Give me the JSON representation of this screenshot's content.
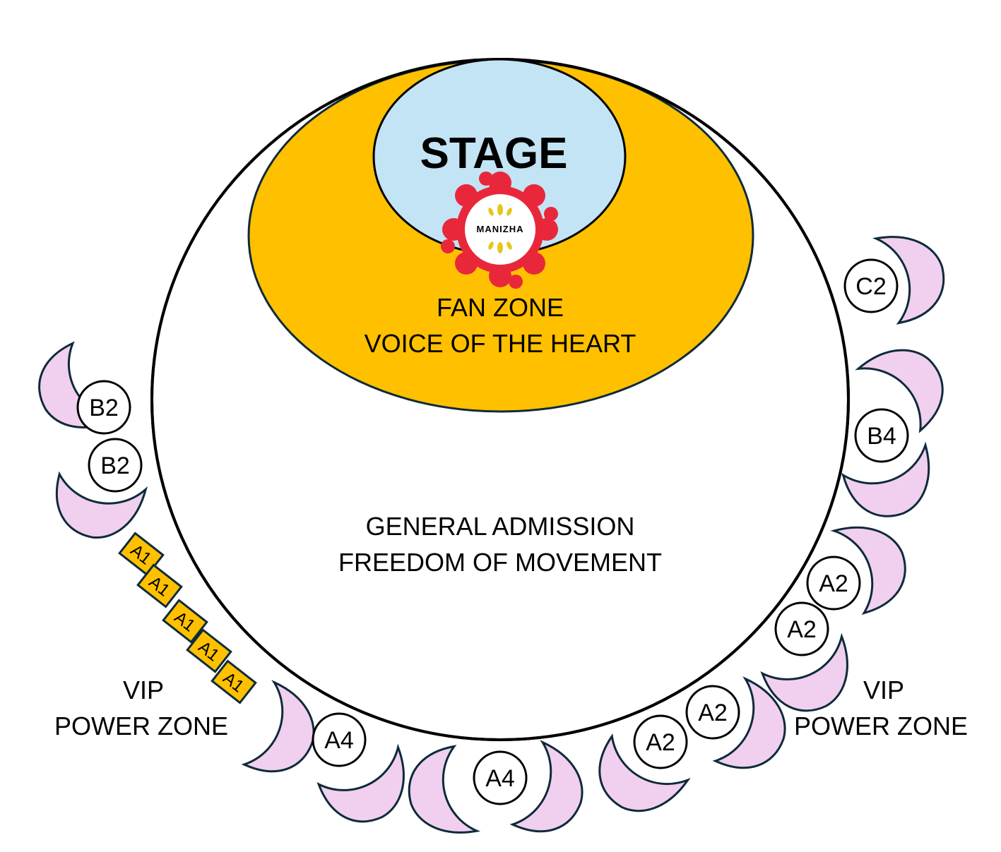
{
  "stage": {
    "label": "STAGE"
  },
  "logo": {
    "text": "MANIZHA"
  },
  "fan_zone": {
    "line1": "FAN ZONE",
    "line2": "VOICE OF THE HEART"
  },
  "general_admission": {
    "line1": "GENERAL ADMISSION",
    "line2": "FREEDOM OF MOVEMENT"
  },
  "vip_left": {
    "line1": "VIP",
    "line2": "POWER ZONE"
  },
  "vip_right": {
    "line1": "VIP",
    "line2": "POWER ZONE"
  },
  "badges": [
    "C2",
    "B2",
    "B2",
    "B4",
    "A2",
    "A2",
    "A2",
    "A2",
    "A4",
    "A4"
  ],
  "a1_boxes": [
    "A1",
    "A1",
    "A1",
    "A1",
    "A1"
  ],
  "colors": {
    "fan_zone": "#FFC000",
    "stage": "#C3E4F4",
    "lounge": "#F0D0EE",
    "lounge_stroke": "#0E2A3A",
    "logo_red": "#E8283A",
    "logo_yellow": "#E6C619"
  }
}
